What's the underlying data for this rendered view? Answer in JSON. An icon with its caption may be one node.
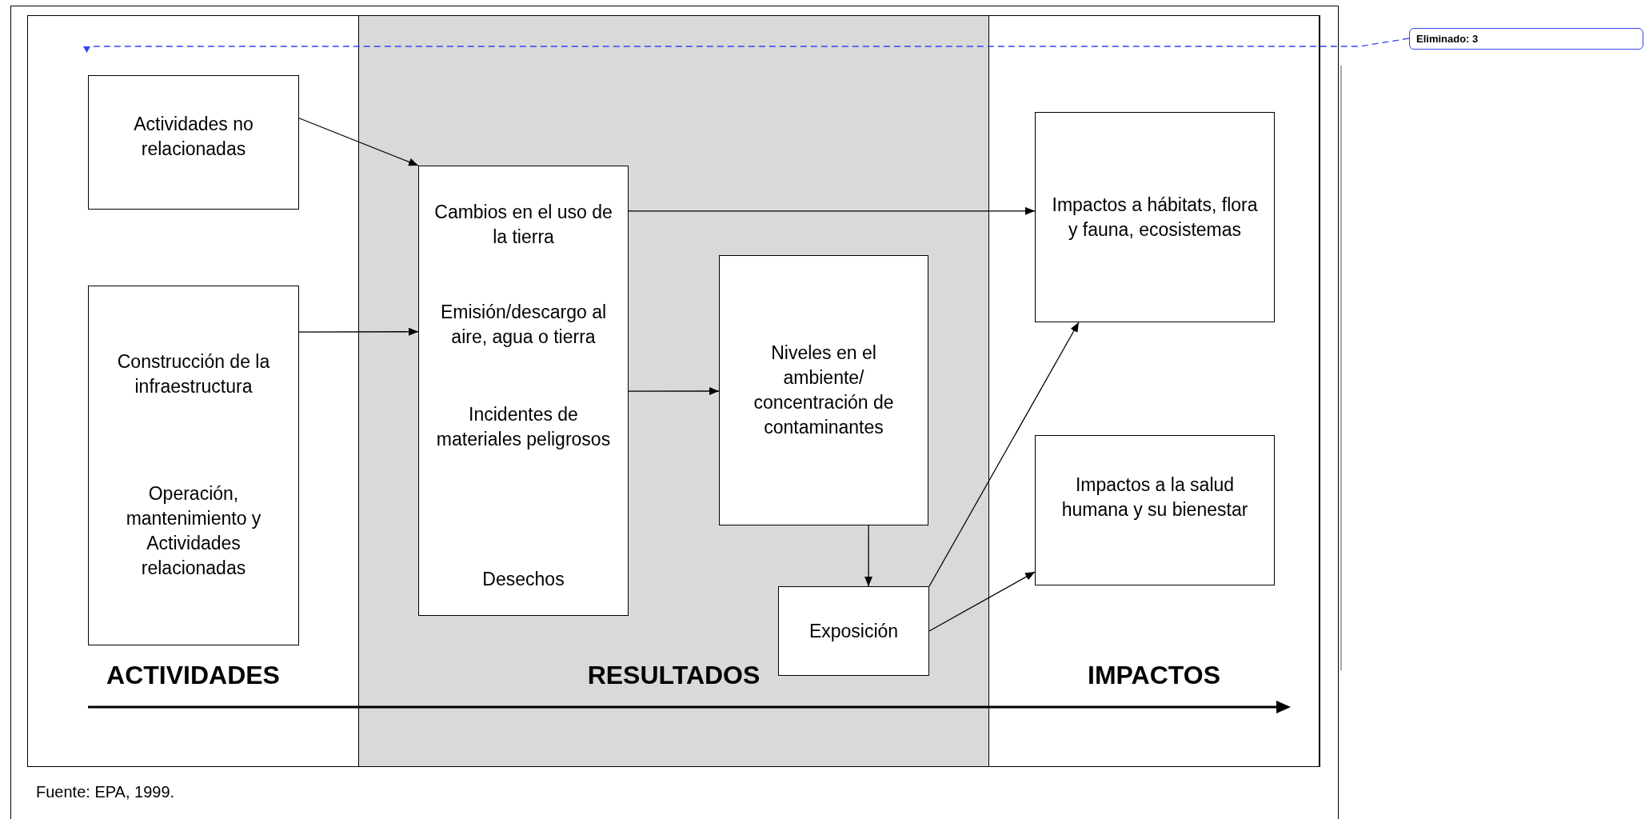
{
  "diagram": {
    "caption": "Fuente: EPA, 1999.",
    "nodes": [
      {
        "text": [
          "ACTIVIDADES"
        ]
      },
      {
        "text": [
          "Actividades no relacionadas"
        ],
        "in": 0
      },
      {
        "text": [
          "Construcción de la infraestructura",
          "Operación, mantenimiento y Actividades relacionadas"
        ],
        "in": 0
      },
      {
        "text": [
          "RESULTADOS"
        ]
      },
      {
        "text": [
          "Cambios en el uso de la tierra",
          "Emisión/descargo al aire, agua o tierra",
          "Incidentes de materiales peligrosos",
          "Desechos"
        ],
        "in": 3
      },
      {
        "text": [
          "Niveles en el ambiente/ concentración de contaminantes"
        ],
        "in": 3
      },
      {
        "text": [
          "Exposición"
        ],
        "in": 3
      },
      {
        "text": [
          "IMPACTOS"
        ]
      },
      {
        "text": [
          "Impactos a hábitats, flora y fauna, ecosistemas"
        ],
        "in": 7
      },
      {
        "text": [
          "Impactos a la salud humana y su bienestar"
        ],
        "in": 7
      },
      {
        "text": [
          "Eliminado: 3"
        ]
      },
      {
        "text": [],
        "shape": "triangle",
        "in": 0
      }
    ],
    "edges": [
      {
        "from": 1,
        "to": 4,
        "arrow": "to"
      },
      {
        "from": 2,
        "to": 4,
        "arrow": "to"
      },
      {
        "from": 4,
        "to": 8,
        "arrow": "to"
      },
      {
        "from": 4,
        "to": 5,
        "arrow": "to"
      },
      {
        "from": 5,
        "to": 6,
        "arrow": "to"
      },
      {
        "from": 6,
        "to": 8,
        "arrow": "to"
      },
      {
        "from": 6,
        "to": 9,
        "arrow": "to"
      },
      {
        "from": 10,
        "to": 11,
        "arrow": "none",
        "style": "dashed",
        "color": "#3344ee"
      }
    ]
  }
}
